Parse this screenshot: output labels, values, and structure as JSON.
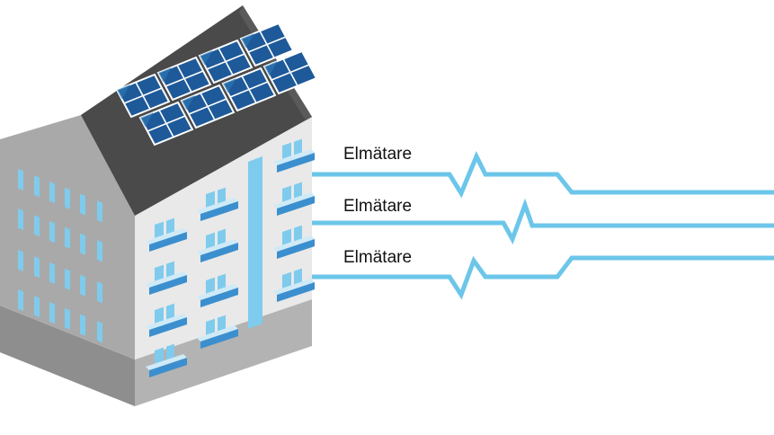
{
  "meters": [
    {
      "label": "Elmätare"
    },
    {
      "label": "Elmätare"
    },
    {
      "label": "Elmätare"
    }
  ],
  "colors": {
    "line": "#6cc6ea",
    "wall_light": "#e9e9e9",
    "wall_dark": "#a9a9a9",
    "roof": "#4a4a4a",
    "solar_panel": "#1e5a99",
    "window": "#7fcbed",
    "balcony": "#3b8fce"
  },
  "icons": [
    "building-icon",
    "solar-panel-icon"
  ]
}
